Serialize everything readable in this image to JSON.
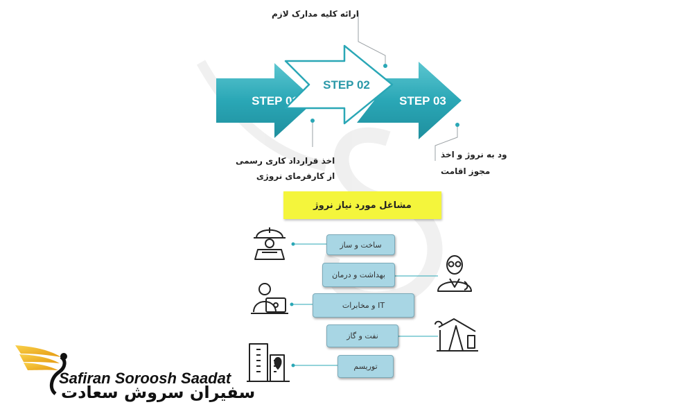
{
  "steps": [
    {
      "label": "STEP 01",
      "caption_lines": [
        "اخذ قرارداد کاری رسمی",
        "از کارفرمای نروژی"
      ]
    },
    {
      "label": "STEP 02",
      "caption_lines": [
        "ارائه کلیه مدارک لازم"
      ]
    },
    {
      "label": "STEP 03",
      "caption_lines": [
        "ود به نروژ و اخذ",
        "مجوز اقامت"
      ]
    }
  ],
  "banner": "مشاغل مورد نیاز نروژ",
  "jobs": [
    {
      "label": "ساخت و ساز",
      "icon": "construction-worker-icon"
    },
    {
      "label": "بهداشت و درمان",
      "icon": "doctor-icon"
    },
    {
      "label": "IT و مخابرات",
      "icon": "laptop-worker-icon"
    },
    {
      "label": "نفت و گاز",
      "icon": "oil-pump-icon"
    },
    {
      "label": "توریسم",
      "icon": "city-buildings-icon"
    }
  ],
  "brand": {
    "name_en": "Safiran Soroosh Saadat",
    "name_fa": "سفیران سروش سعادت",
    "logo_icon": "golden-wing-logo-icon"
  },
  "colors": {
    "teal": "#2aa7b6",
    "teal_light": "#a8d6e4",
    "banner": "#f4f53c",
    "wing": "#f5b51a"
  }
}
